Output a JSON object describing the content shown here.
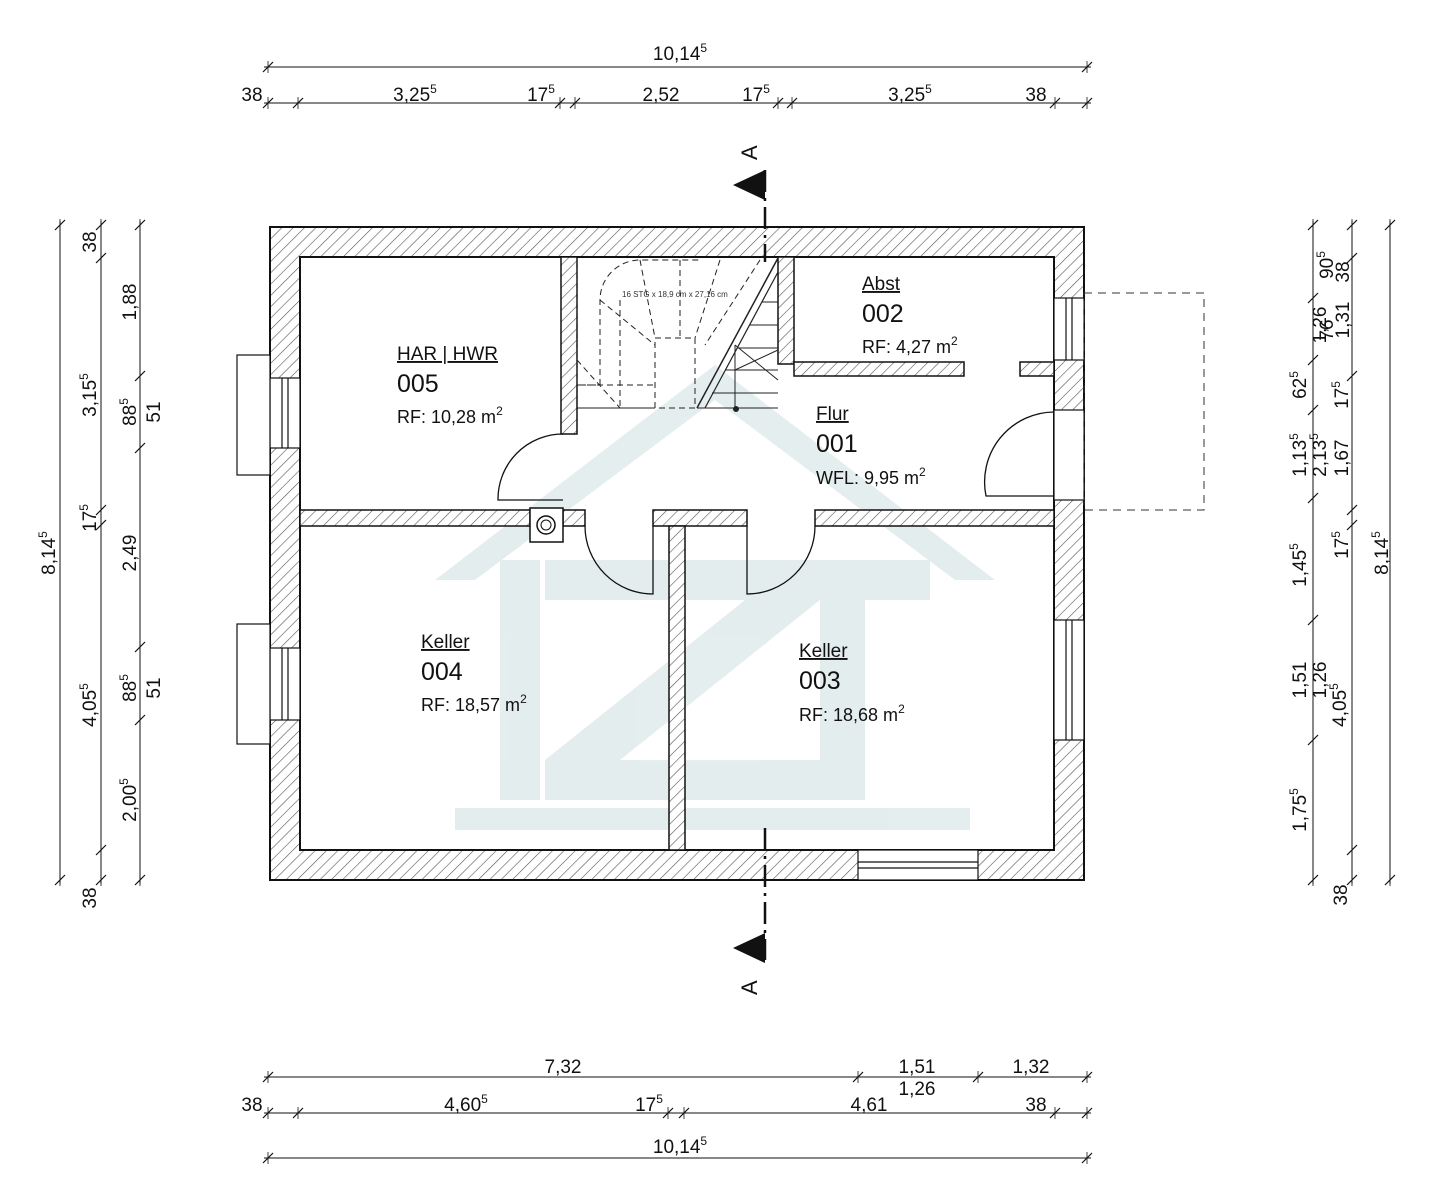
{
  "plan": {
    "section_label": "A",
    "stair_note": "16 STG x 18,9 cm x 27,16 cm",
    "logo": {
      "text": "IZT",
      "color": "#cfe0e0"
    },
    "wall_hatch_color": "#555555"
  },
  "rooms": [
    {
      "id": "r005",
      "name": "HAR | HWR",
      "number": "005",
      "area_prefix": "RF:",
      "area_value": "10,28 m",
      "sup": "2"
    },
    {
      "id": "r002",
      "name": "Abst",
      "number": "002",
      "area_prefix": "RF:",
      "area_value": "4,27 m",
      "sup": "2"
    },
    {
      "id": "r001",
      "name": "Flur",
      "number": "001",
      "area_prefix": "WFL:",
      "area_value": "9,95 m",
      "sup": "2"
    },
    {
      "id": "r004",
      "name": "Keller",
      "number": "004",
      "area_prefix": "RF:",
      "area_value": "18,57 m",
      "sup": "2"
    },
    {
      "id": "r003",
      "name": "Keller",
      "number": "003",
      "area_prefix": "RF:",
      "area_value": "18,68 m",
      "sup": "2"
    }
  ],
  "dims_top": {
    "overall": {
      "v": "10,14",
      "s": "5"
    },
    "row": [
      {
        "v": "38",
        "s": ""
      },
      {
        "v": "3,25",
        "s": "5"
      },
      {
        "v": "17",
        "s": "5"
      },
      {
        "v": "2,52",
        "s": ""
      },
      {
        "v": "17",
        "s": "5"
      },
      {
        "v": "3,25",
        "s": "5"
      },
      {
        "v": "38",
        "s": ""
      }
    ]
  },
  "dims_bottom": {
    "row1": [
      {
        "v": "7,32",
        "s": ""
      },
      {
        "v": "1,51",
        "s": ""
      },
      {
        "v": "1,26",
        "s": ""
      },
      {
        "v": "1,32",
        "s": ""
      }
    ],
    "row2": [
      {
        "v": "38",
        "s": ""
      },
      {
        "v": "4,60",
        "s": "5"
      },
      {
        "v": "17",
        "s": "5"
      },
      {
        "v": "4,61",
        "s": ""
      },
      {
        "v": "38",
        "s": ""
      }
    ],
    "overall": {
      "v": "10,14",
      "s": "5"
    }
  },
  "dims_left": {
    "overall": {
      "v": "8,14",
      "s": "5"
    },
    "col1": [
      {
        "v": "38",
        "s": ""
      },
      {
        "v": "3,15",
        "s": "5"
      },
      {
        "v": "17",
        "s": "5"
      },
      {
        "v": "4,05",
        "s": "5"
      },
      {
        "v": "38",
        "s": ""
      }
    ],
    "col2": [
      {
        "v": "1,88",
        "s": ""
      },
      {
        "v": "88",
        "s": "5"
      },
      {
        "v": "51",
        "s": ""
      },
      {
        "v": "2,49",
        "s": ""
      },
      {
        "v": "88",
        "s": "5"
      },
      {
        "v": "51",
        "s": ""
      },
      {
        "v": "2,00",
        "s": "5"
      }
    ]
  },
  "dims_right": {
    "overall": {
      "v": "8,14",
      "s": "5"
    },
    "col1": [
      {
        "v": "90",
        "s": "5"
      },
      {
        "v": "76",
        "s": ""
      },
      {
        "v": "62",
        "s": "5"
      },
      {
        "v": "1,13",
        "s": "5"
      },
      {
        "v": "1,45",
        "s": "5"
      },
      {
        "v": "1,51",
        "s": ""
      },
      {
        "v": "1,75",
        "s": "5"
      },
      {
        "v": "38",
        "s": ""
      }
    ],
    "col2": [
      {
        "v": "1,26",
        "s": ""
      },
      {
        "v": "2,13",
        "s": "5"
      },
      {
        "v": "1,26",
        "s": ""
      },
      {
        "v": "4,05",
        "s": "5"
      }
    ],
    "col3": [
      {
        "v": "38",
        "s": ""
      },
      {
        "v": "1,31",
        "s": ""
      },
      {
        "v": "17",
        "s": "5"
      },
      {
        "v": "1,67",
        "s": ""
      },
      {
        "v": "17",
        "s": "5"
      }
    ]
  }
}
